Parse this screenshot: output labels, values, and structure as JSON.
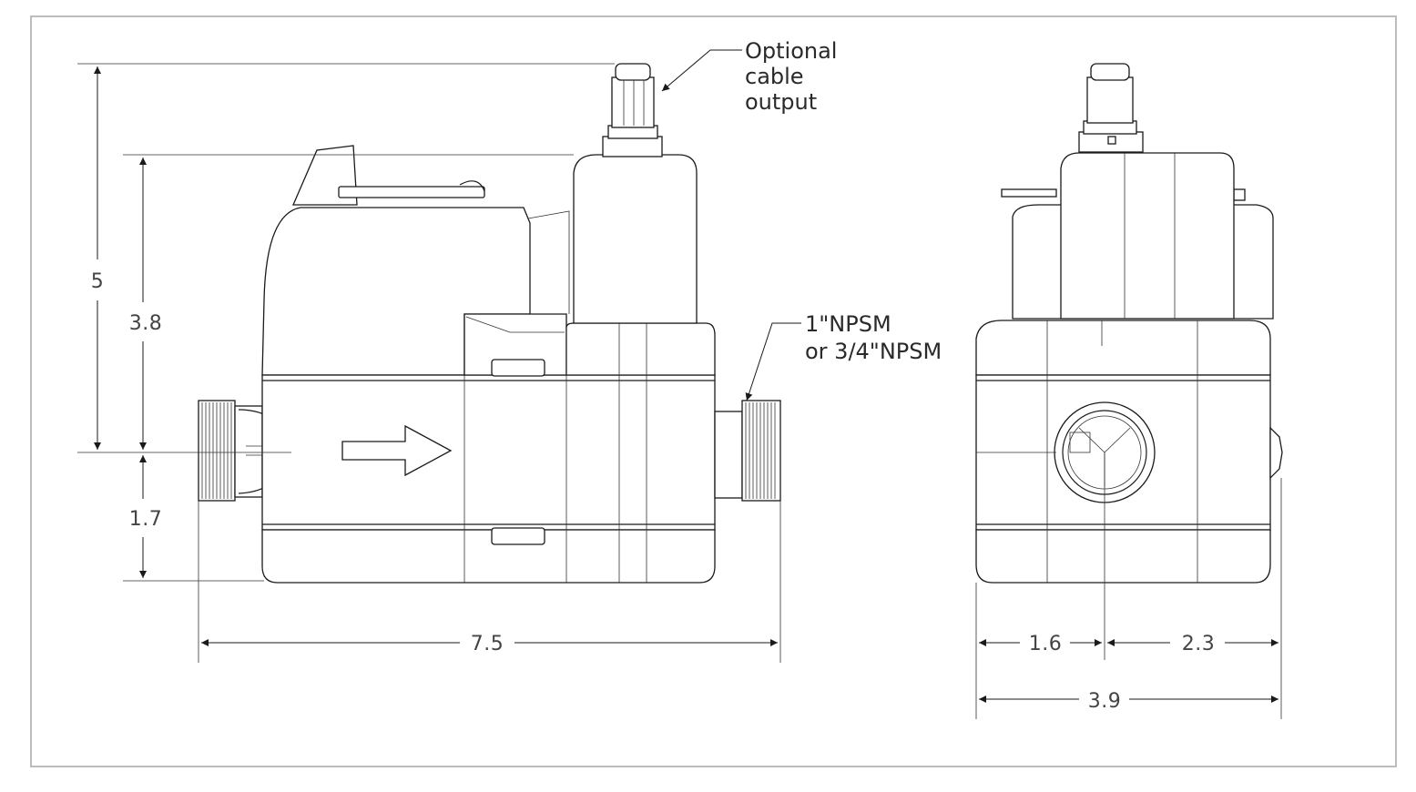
{
  "annotations": {
    "cable_line1": "Optional",
    "cable_line2": "cable",
    "cable_line3": "output",
    "thread_line1": "1\"NPSM",
    "thread_line2": "or 3/4\"NPSM"
  },
  "dimensions": {
    "total_height": "5",
    "body_height": "3.8",
    "lower_height": "1.7",
    "total_length": "7.5",
    "left_offset": "1.6",
    "right_offset": "2.3",
    "total_width": "3.9"
  }
}
